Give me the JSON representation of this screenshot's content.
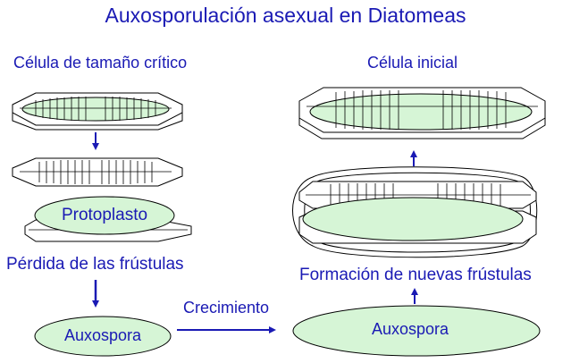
{
  "diagram": {
    "title": "Auxosporulación asexual en Diatomeas",
    "labels": {
      "critical_cell": "Célula de tamaño crítico",
      "initial_cell": "Célula inicial",
      "protoplast": "Protoplasto",
      "frustule_loss": "Pérdida de las frústulas",
      "new_frustules": "Formación de nuevas frústulas",
      "growth": "Crecimiento",
      "auxospore_small": "Auxospora",
      "auxospore_large": "Auxospora"
    },
    "colors": {
      "text": "#1a1ab4",
      "arrow": "#1a1ab4",
      "cell_fill": "#d6f5d6",
      "frustule_fill": "#ffffff",
      "outline": "#000000"
    }
  }
}
